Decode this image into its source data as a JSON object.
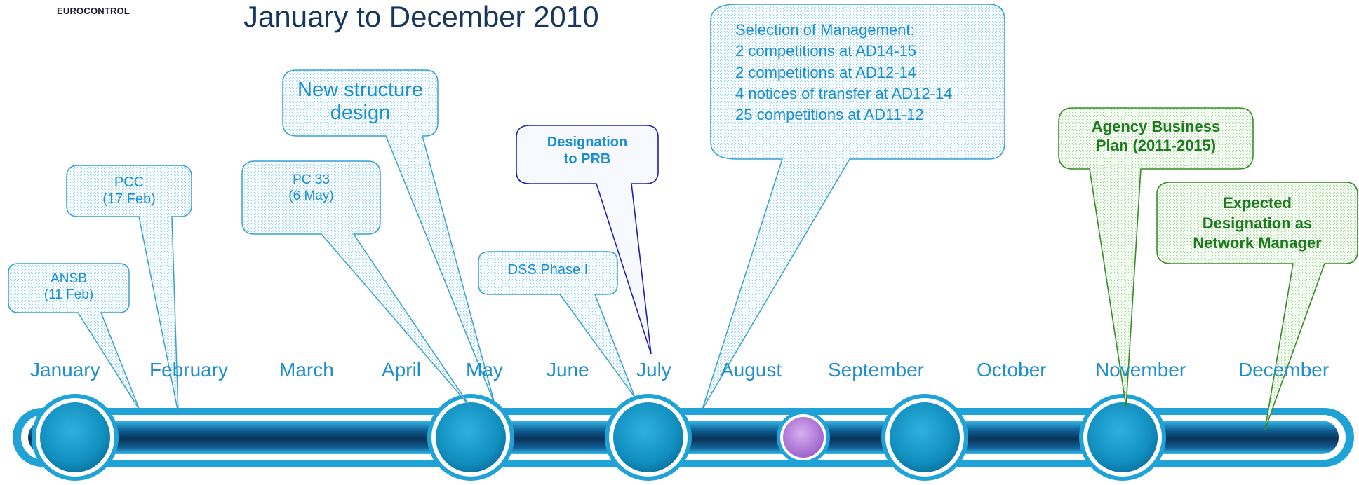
{
  "header": {
    "logo": "EUROCONTROL",
    "title": "January to December 2010"
  },
  "months": [
    "January",
    "February",
    "March",
    "April",
    "May",
    "June",
    "July",
    "August",
    "September",
    "October",
    "November",
    "December"
  ],
  "callouts": {
    "ansb": [
      "ANSB",
      "(11 Feb)"
    ],
    "pcc": [
      "PCC",
      "(17 Feb)"
    ],
    "pc33": [
      "PC 33",
      "(6 May)"
    ],
    "new_structure": [
      "New structure",
      "design"
    ],
    "dss": [
      "DSS Phase I"
    ],
    "prb": [
      "Designation",
      "to PRB"
    ],
    "selection": [
      "Selection of Management:",
      "2 competitions at AD14-15",
      "2 competitions at AD12-14",
      "4 notices of transfer at AD12-14",
      "25 competitions at AD11-12"
    ],
    "business_plan": [
      "Agency Business",
      "Plan (2011-2015)"
    ],
    "network_manager": [
      "Expected",
      "Designation as",
      "Network Manager"
    ]
  },
  "colors": {
    "callout_text": "#1a8fd0",
    "callout_border": "#3aa0d0",
    "callout_fill": "#eef8fc",
    "prb_border": "#2020b0",
    "green_text": "#1e7a1e",
    "green_border": "#3a8a2a",
    "green_fill": "#eef8ea",
    "timeline_dark": "#0e3d63",
    "timeline_light": "#1fa2d6",
    "node": "#1590c0",
    "node_purple": "#b07ad0"
  }
}
